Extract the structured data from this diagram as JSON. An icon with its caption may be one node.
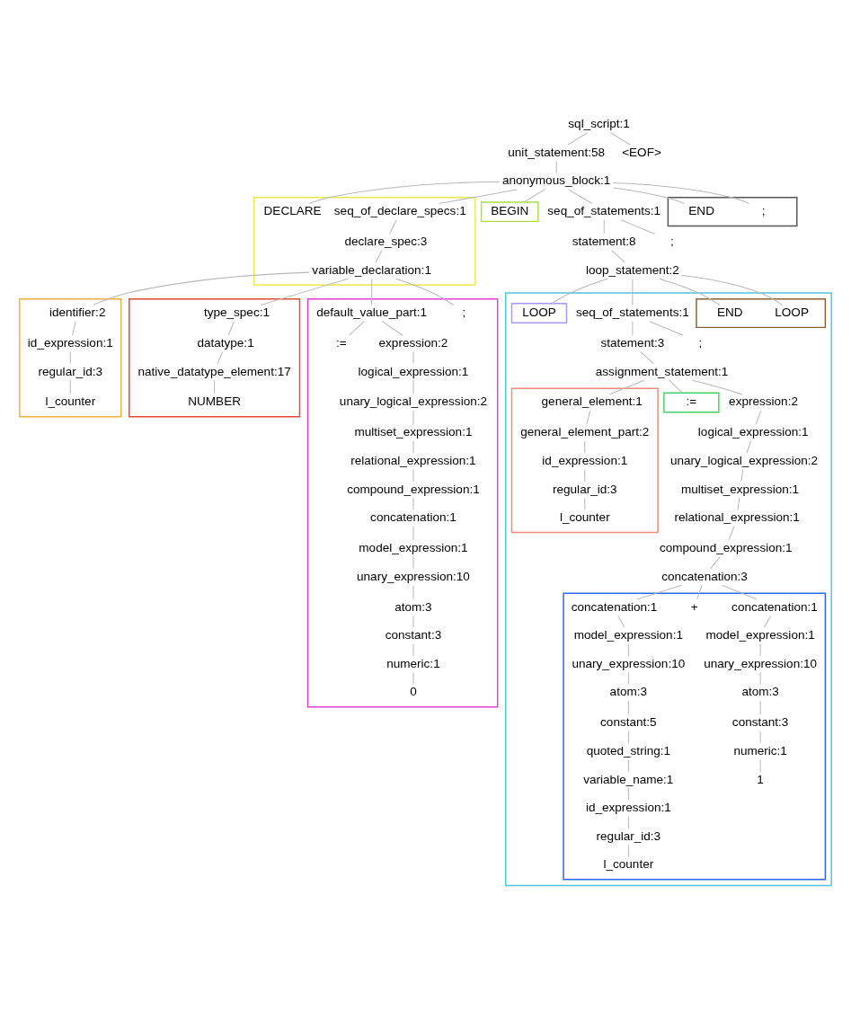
{
  "diagram": {
    "nodes": [
      {
        "text": [
          "sql_script:1"
        ]
      },
      {
        "text": [
          "unit_statement:58"
        ]
      },
      {
        "text": [
          "<EOF>"
        ]
      },
      {
        "text": [
          "anonymous_block:1"
        ]
      },
      {
        "text": [],
        "shape": "box"
      },
      {
        "text": [
          "DECLARE"
        ],
        "in": 4
      },
      {
        "text": [
          "seq_of_declare_specs:1"
        ],
        "in": 4
      },
      {
        "text": [
          "BEGIN"
        ]
      },
      {
        "text": [
          "seq_of_statements:1"
        ]
      },
      {
        "text": [],
        "shape": "box"
      },
      {
        "text": [
          "END"
        ],
        "in": 9
      },
      {
        "text": [
          ";"
        ],
        "in": 9
      },
      {
        "text": [
          "declare_spec:3"
        ],
        "in": 4
      },
      {
        "text": [
          "statement:8"
        ]
      },
      {
        "text": [
          ";"
        ]
      },
      {
        "text": [
          "variable_declaration:1"
        ],
        "in": 4
      },
      {
        "text": [
          "loop_statement:2"
        ]
      },
      {
        "text": [],
        "shape": "box"
      },
      {
        "text": [
          "identifier:2"
        ],
        "in": 17
      },
      {
        "text": [],
        "shape": "box"
      },
      {
        "text": [
          "type_spec:1"
        ],
        "in": 19
      },
      {
        "text": [],
        "shape": "box"
      },
      {
        "text": [
          "default_value_part:1"
        ],
        "in": 21
      },
      {
        "text": [
          ";"
        ],
        "in": 21
      },
      {
        "text": [],
        "shape": "box"
      },
      {
        "text": [
          "LOOP"
        ],
        "in": 24
      },
      {
        "text": [
          "seq_of_statements:1"
        ],
        "in": 24
      },
      {
        "text": [],
        "shape": "box",
        "in": 24
      },
      {
        "text": [
          "END"
        ],
        "in": 27
      },
      {
        "text": [
          "LOOP"
        ],
        "in": 27
      },
      {
        "text": [
          "id_expression:1"
        ],
        "in": 17
      },
      {
        "text": [
          "datatype:1"
        ],
        "in": 19
      },
      {
        "text": [
          ":="
        ],
        "in": 21
      },
      {
        "text": [
          "expression:2"
        ],
        "in": 21
      },
      {
        "text": [
          "statement:3"
        ],
        "in": 24
      },
      {
        "text": [
          ";"
        ],
        "in": 24
      },
      {
        "text": [
          "regular_id:3"
        ],
        "in": 17
      },
      {
        "text": [
          "native_datatype_element:17"
        ],
        "in": 19
      },
      {
        "text": [
          "logical_expression:1"
        ],
        "in": 21
      },
      {
        "text": [
          "assignment_statement:1"
        ],
        "in": 24
      },
      {
        "text": [
          "l_counter"
        ],
        "in": 17
      },
      {
        "text": [
          "NUMBER"
        ],
        "in": 19
      },
      {
        "text": [
          "unary_logical_expression:2"
        ],
        "in": 21
      },
      {
        "text": [],
        "shape": "box",
        "in": 24
      },
      {
        "text": [
          "general_element:1"
        ],
        "in": 43
      },
      {
        "text": [
          ":="
        ],
        "in": 24
      },
      {
        "text": [
          "expression:2"
        ],
        "in": 24
      },
      {
        "text": [
          "multiset_expression:1"
        ],
        "in": 21
      },
      {
        "text": [
          "general_element_part:2"
        ],
        "in": 43
      },
      {
        "text": [
          "logical_expression:1"
        ],
        "in": 24
      },
      {
        "text": [
          "relational_expression:1"
        ],
        "in": 21
      },
      {
        "text": [
          "id_expression:1"
        ],
        "in": 43
      },
      {
        "text": [
          "unary_logical_expression:2"
        ],
        "in": 24
      },
      {
        "text": [
          "compound_expression:1"
        ],
        "in": 21
      },
      {
        "text": [
          "regular_id:3"
        ],
        "in": 43
      },
      {
        "text": [
          "multiset_expression:1"
        ],
        "in": 24
      },
      {
        "text": [
          "concatenation:1"
        ],
        "in": 21
      },
      {
        "text": [
          "l_counter"
        ],
        "in": 43
      },
      {
        "text": [
          "relational_expression:1"
        ],
        "in": 24
      },
      {
        "text": [
          "model_expression:1"
        ],
        "in": 21
      },
      {
        "text": [
          "compound_expression:1"
        ],
        "in": 24
      },
      {
        "text": [
          "unary_expression:10"
        ],
        "in": 21
      },
      {
        "text": [
          "concatenation:3"
        ],
        "in": 24
      },
      {
        "text": [
          "atom:3"
        ],
        "in": 21
      },
      {
        "text": [],
        "shape": "box",
        "in": 24
      },
      {
        "text": [
          "concatenation:1"
        ],
        "in": 64
      },
      {
        "text": [
          "+"
        ],
        "in": 64
      },
      {
        "text": [
          "concatenation:1"
        ],
        "in": 64
      },
      {
        "text": [
          "constant:3"
        ],
        "in": 21
      },
      {
        "text": [
          "model_expression:1"
        ],
        "in": 64
      },
      {
        "text": [
          "model_expression:1"
        ],
        "in": 64
      },
      {
        "text": [
          "numeric:1"
        ],
        "in": 21
      },
      {
        "text": [
          "unary_expression:10"
        ],
        "in": 64
      },
      {
        "text": [
          "unary_expression:10"
        ],
        "in": 64
      },
      {
        "text": [
          "0"
        ],
        "in": 21
      },
      {
        "text": [
          "atom:3"
        ],
        "in": 64
      },
      {
        "text": [
          "atom:3"
        ],
        "in": 64
      },
      {
        "text": [
          "constant:5"
        ],
        "in": 64
      },
      {
        "text": [
          "constant:3"
        ],
        "in": 64
      },
      {
        "text": [
          "quoted_string:1"
        ],
        "in": 64
      },
      {
        "text": [
          "numeric:1"
        ],
        "in": 64
      },
      {
        "text": [
          "variable_name:1"
        ],
        "in": 64
      },
      {
        "text": [
          "1"
        ],
        "in": 64
      },
      {
        "text": [
          "id_expression:1"
        ],
        "in": 64
      },
      {
        "text": [
          "regular_id:3"
        ],
        "in": 64
      },
      {
        "text": [
          "l_counter"
        ],
        "in": 64
      }
    ],
    "edges": [
      {
        "from": 0,
        "to": 1,
        "arrow": "none"
      },
      {
        "from": 0,
        "to": 2,
        "arrow": "none"
      },
      {
        "from": 1,
        "to": 3,
        "arrow": "none"
      },
      {
        "from": 3,
        "to": 5,
        "arrow": "none"
      },
      {
        "from": 3,
        "to": 6,
        "arrow": "none"
      },
      {
        "from": 3,
        "to": 7,
        "arrow": "none"
      },
      {
        "from": 3,
        "to": 8,
        "arrow": "none"
      },
      {
        "from": 3,
        "to": 10,
        "arrow": "none"
      },
      {
        "from": 3,
        "to": 11,
        "arrow": "none"
      },
      {
        "from": 6,
        "to": 12,
        "arrow": "none"
      },
      {
        "from": 12,
        "to": 15,
        "arrow": "none"
      },
      {
        "from": 8,
        "to": 13,
        "arrow": "none"
      },
      {
        "from": 8,
        "to": 14,
        "arrow": "none"
      },
      {
        "from": 13,
        "to": 16,
        "arrow": "none"
      },
      {
        "from": 15,
        "to": 18,
        "arrow": "none"
      },
      {
        "from": 15,
        "to": 20,
        "arrow": "none"
      },
      {
        "from": 15,
        "to": 22,
        "arrow": "none"
      },
      {
        "from": 15,
        "to": 23,
        "arrow": "none"
      },
      {
        "from": 16,
        "to": 25,
        "arrow": "none"
      },
      {
        "from": 16,
        "to": 26,
        "arrow": "none"
      },
      {
        "from": 16,
        "to": 28,
        "arrow": "none"
      },
      {
        "from": 16,
        "to": 29,
        "arrow": "none"
      },
      {
        "from": 18,
        "to": 30,
        "arrow": "none"
      },
      {
        "from": 30,
        "to": 36,
        "arrow": "none"
      },
      {
        "from": 36,
        "to": 40,
        "arrow": "none"
      },
      {
        "from": 20,
        "to": 31,
        "arrow": "none"
      },
      {
        "from": 31,
        "to": 37,
        "arrow": "none"
      },
      {
        "from": 37,
        "to": 41,
        "arrow": "none"
      },
      {
        "from": 22,
        "to": 32,
        "arrow": "none"
      },
      {
        "from": 22,
        "to": 33,
        "arrow": "none"
      },
      {
        "from": 33,
        "to": 38,
        "arrow": "none"
      },
      {
        "from": 38,
        "to": 42,
        "arrow": "none"
      },
      {
        "from": 42,
        "to": 47,
        "arrow": "none"
      },
      {
        "from": 47,
        "to": 50,
        "arrow": "none"
      },
      {
        "from": 50,
        "to": 53,
        "arrow": "none"
      },
      {
        "from": 53,
        "to": 56,
        "arrow": "none"
      },
      {
        "from": 56,
        "to": 59,
        "arrow": "none"
      },
      {
        "from": 59,
        "to": 61,
        "arrow": "none"
      },
      {
        "from": 61,
        "to": 63,
        "arrow": "none"
      },
      {
        "from": 63,
        "to": 68,
        "arrow": "none"
      },
      {
        "from": 68,
        "to": 71,
        "arrow": "none"
      },
      {
        "from": 71,
        "to": 74,
        "arrow": "none"
      },
      {
        "from": 26,
        "to": 34,
        "arrow": "none"
      },
      {
        "from": 26,
        "to": 35,
        "arrow": "none"
      },
      {
        "from": 34,
        "to": 39,
        "arrow": "none"
      },
      {
        "from": 39,
        "to": 44,
        "arrow": "none"
      },
      {
        "from": 39,
        "to": 45,
        "arrow": "none"
      },
      {
        "from": 39,
        "to": 46,
        "arrow": "none"
      },
      {
        "from": 44,
        "to": 48,
        "arrow": "none"
      },
      {
        "from": 48,
        "to": 51,
        "arrow": "none"
      },
      {
        "from": 51,
        "to": 54,
        "arrow": "none"
      },
      {
        "from": 54,
        "to": 57,
        "arrow": "none"
      },
      {
        "from": 46,
        "to": 49,
        "arrow": "none"
      },
      {
        "from": 49,
        "to": 52,
        "arrow": "none"
      },
      {
        "from": 52,
        "to": 55,
        "arrow": "none"
      },
      {
        "from": 55,
        "to": 58,
        "arrow": "none"
      },
      {
        "from": 58,
        "to": 60,
        "arrow": "none"
      },
      {
        "from": 60,
        "to": 62,
        "arrow": "none"
      },
      {
        "from": 62,
        "to": 65,
        "arrow": "none"
      },
      {
        "from": 62,
        "to": 66,
        "arrow": "none"
      },
      {
        "from": 62,
        "to": 67,
        "arrow": "none"
      },
      {
        "from": 65,
        "to": 69,
        "arrow": "none"
      },
      {
        "from": 69,
        "to": 72,
        "arrow": "none"
      },
      {
        "from": 72,
        "to": 75,
        "arrow": "none"
      },
      {
        "from": 75,
        "to": 77,
        "arrow": "none"
      },
      {
        "from": 77,
        "to": 79,
        "arrow": "none"
      },
      {
        "from": 79,
        "to": 81,
        "arrow": "none"
      },
      {
        "from": 81,
        "to": 83,
        "arrow": "none"
      },
      {
        "from": 83,
        "to": 84,
        "arrow": "none"
      },
      {
        "from": 84,
        "to": 85,
        "arrow": "none"
      },
      {
        "from": 67,
        "to": 70,
        "arrow": "none"
      },
      {
        "from": 70,
        "to": 73,
        "arrow": "none"
      },
      {
        "from": 73,
        "to": 76,
        "arrow": "none"
      },
      {
        "from": 76,
        "to": 78,
        "arrow": "none"
      },
      {
        "from": 78,
        "to": 80,
        "arrow": "none"
      },
      {
        "from": 80,
        "to": 82,
        "arrow": "none"
      }
    ]
  }
}
